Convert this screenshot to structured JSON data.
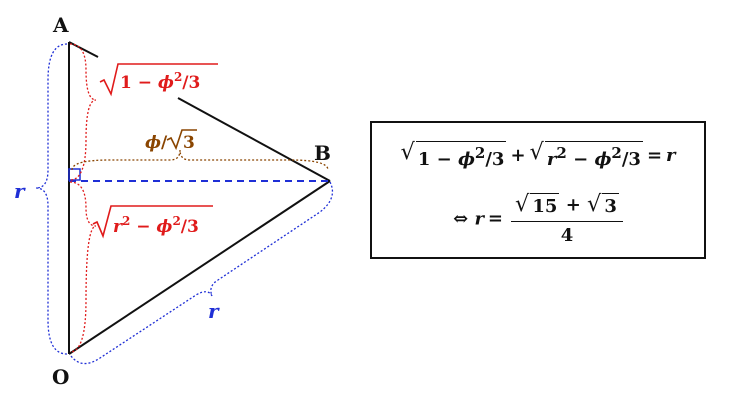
{
  "points": {
    "A": "A",
    "B": "B",
    "O": "O"
  },
  "labels": {
    "r_left": "r",
    "r_bottom": "r",
    "half_base": "ϕ/√3",
    "upper_segment": "√(1 − ϕ²/3)",
    "lower_segment": "√(r² − ϕ²/3)"
  },
  "formula": {
    "eq1": "√(1 − ϕ²/3) + √(r² − ϕ²/3) = r",
    "eq2": "⇔ r = (√15 + √3)/4"
  },
  "colors": {
    "black": "#111111",
    "red": "#e01b1b",
    "blue": "#1f2fd6",
    "brown": "#8a4500"
  }
}
